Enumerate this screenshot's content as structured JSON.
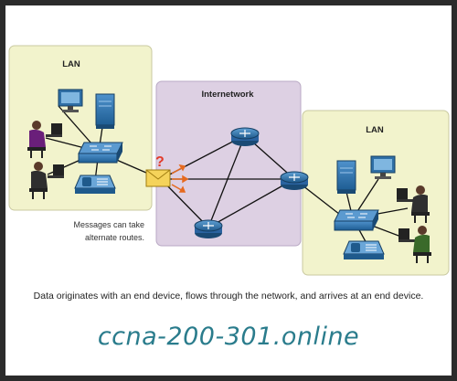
{
  "diagram": {
    "left_lan_label": "LAN",
    "right_lan_label": "LAN",
    "internetwork_label": "Internetwork",
    "note_line1": "Messages can take",
    "note_line2": "alternate routes.",
    "question_mark": "?"
  },
  "caption": "Data originates with an end device, flows through the network, and arrives at an end device.",
  "brand": "ccna-200-301.online",
  "colors": {
    "lan_bg": "#f2f3cc",
    "lan_border": "#c9c9a0",
    "internetwork_bg": "#ddd0e3",
    "internetwork_border": "#b9a9c4",
    "device_blue": "#2c6fa8",
    "brand_teal": "#2a7c8c"
  },
  "icons": [
    "router-icon",
    "switch-icon",
    "server-icon",
    "monitor-icon",
    "phone-icon",
    "user-at-desk-icon",
    "envelope-icon",
    "question-icon"
  ]
}
